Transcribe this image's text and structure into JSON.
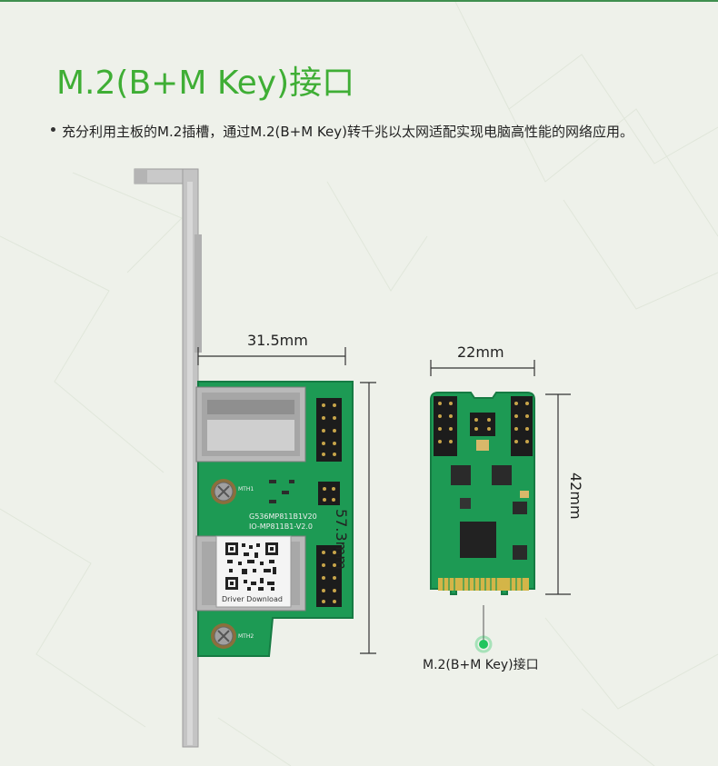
{
  "title": "M.2(B+M Key)接口",
  "description": "充分利用主板的M.2插槽，通过M.2(B+M Key)转千兆以太网适配实现电脑高性能的网络应用。",
  "dimensions": {
    "card_width": "31.5mm",
    "card_height": "57.3mm",
    "m2_width": "22mm",
    "m2_length": "42mm"
  },
  "board_text": {
    "model_line1": "G536MP811B1V20",
    "model_line2": "IO-MP811B1-V2.0",
    "driver_label": "Driver Download",
    "mtg1": "MTH1",
    "mtg2": "MTH2"
  },
  "port_label": "M.2(B+M Key)接口",
  "colors": {
    "accent_green": "#3fae35",
    "pcb_green": "#1d9a54",
    "marker_dot": "#22c55e"
  }
}
